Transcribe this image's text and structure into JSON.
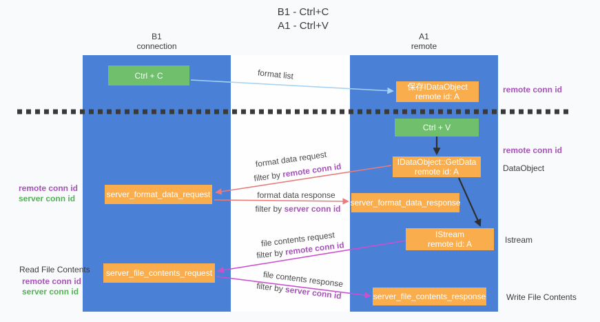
{
  "title": {
    "line1": "B1 - Ctrl+C",
    "line2": "A1 - Ctrl+V"
  },
  "columns": {
    "left": {
      "header_line1": "B1",
      "header_line2": "connection"
    },
    "right": {
      "header_line1": "A1",
      "header_line2": "remote"
    }
  },
  "boxes": {
    "ctrl_c": "Ctrl + C",
    "ctrl_v": "Ctrl + V",
    "save_idataobject": {
      "line1": "保存IDataObject",
      "line2": "remote id: A"
    },
    "getdata": {
      "line1": "IDataObject::GetData",
      "line2": "remote id: A"
    },
    "istream": {
      "line1": "IStream",
      "line2": "remote id: A"
    },
    "server_format_data_request": "server_format_data_request",
    "server_format_data_response": "server_format_data_response",
    "server_file_contents_request": "server_file_contents_request",
    "server_file_contents_response": "server_file_contents_response"
  },
  "flow_labels": {
    "format_list": "format list",
    "format_data_request": "format data request",
    "format_data_response": "format data response",
    "file_contents_request": "file contents request",
    "file_contents_response": "file contents response",
    "filter_by": "filter by ",
    "remote_conn_id": "remote conn id",
    "server_conn_id": "server conn id"
  },
  "side_labels": {
    "right_remote_conn_id_top": "remote conn id",
    "right_remote_conn_id_mid": "remote conn id",
    "dataobject": "DataObject",
    "istream": "Istream",
    "write_file_contents": "Write File Contents",
    "left_remote_conn_id_top": "remote conn id",
    "left_server_conn_id_top": "server conn id",
    "read_file_contents": "Read File Contents",
    "left_remote_conn_id_bottom": "remote conn id",
    "left_server_conn_id_bottom": "server conn id"
  },
  "colors": {
    "column_blue": "#4a80d6",
    "box_orange": "#f9ad4d",
    "box_green": "#6fbf6c",
    "arrow_blue": "#a5d3f5",
    "arrow_red": "#e87c7c",
    "arrow_magenta": "#cc4fd0",
    "arrow_black": "#2f2f2f",
    "text_purple": "#a653b8",
    "text_green": "#53b156"
  }
}
